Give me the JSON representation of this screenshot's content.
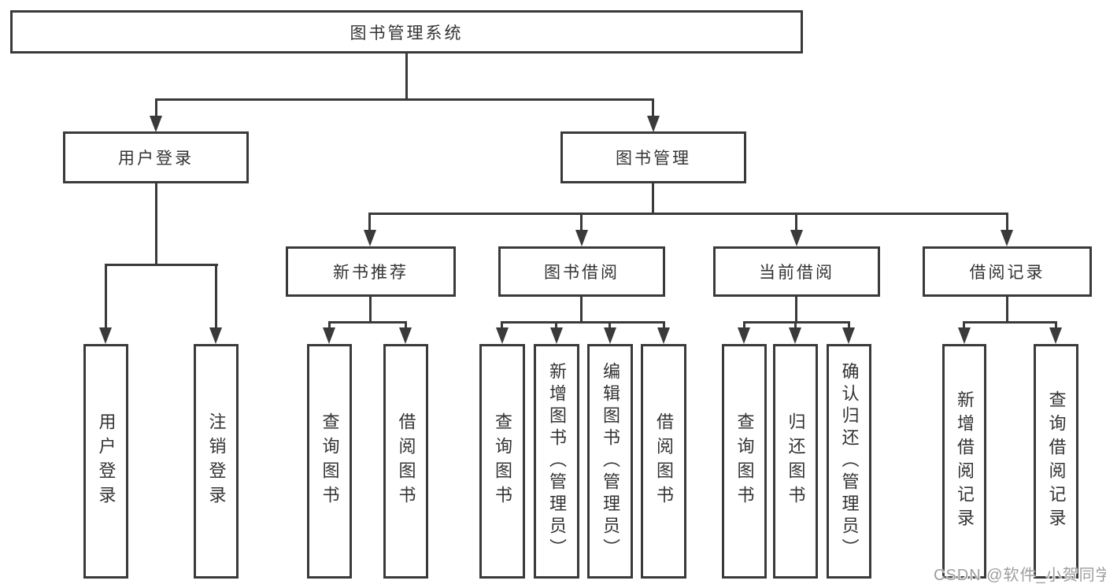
{
  "tree": {
    "root": {
      "label": "图书管理系统"
    },
    "branches": [
      {
        "label": "用户登录",
        "children": [
          {
            "label": "用户登录"
          },
          {
            "label": "注销登录"
          }
        ]
      },
      {
        "label": "图书管理",
        "children": [
          {
            "label": "新书推荐",
            "children": [
              {
                "label": "查询图书"
              },
              {
                "label": "借阅图书"
              }
            ]
          },
          {
            "label": "图书借阅",
            "children": [
              {
                "label": "查询图书"
              },
              {
                "label": "新增图书（管理员）"
              },
              {
                "label": "编辑图书（管理员）"
              },
              {
                "label": "借阅图书"
              }
            ]
          },
          {
            "label": "当前借阅",
            "children": [
              {
                "label": "查询图书"
              },
              {
                "label": "归还图书"
              },
              {
                "label": "确认归还（管理员）"
              }
            ]
          },
          {
            "label": "借阅记录",
            "children": [
              {
                "label": "新增借阅记录"
              },
              {
                "label": "查询借阅记录"
              }
            ]
          }
        ]
      }
    ]
  },
  "watermark": {
    "text": "CSDN @软件_小贺同学"
  },
  "colors": {
    "line": "#3a3a3a",
    "text": "#333333",
    "watermark": "#9e9e9e",
    "background": "#ffffff"
  }
}
